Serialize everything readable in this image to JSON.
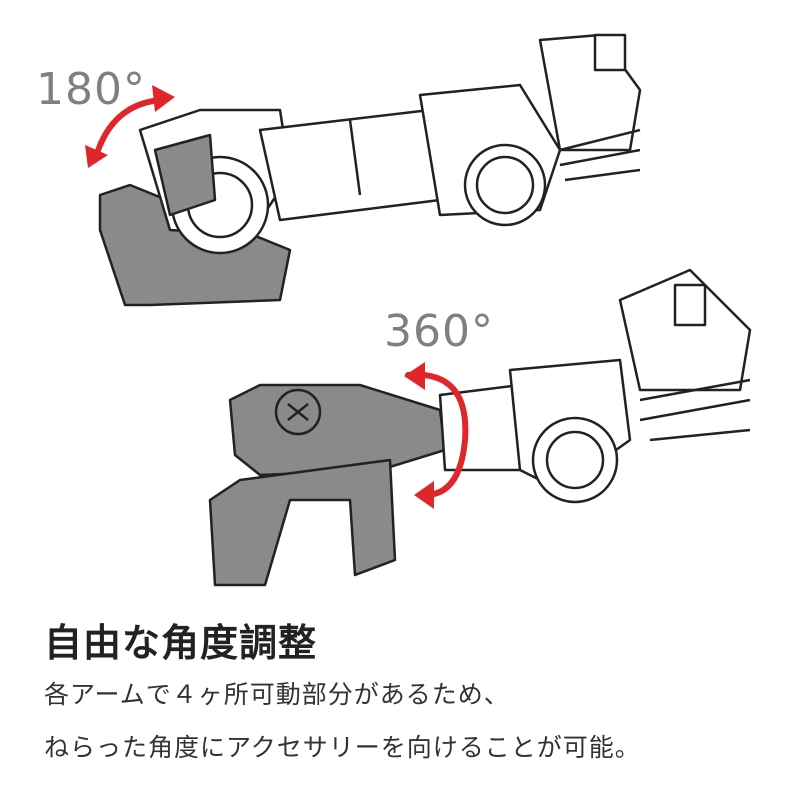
{
  "labels": {
    "angle_top": "180°",
    "angle_bottom": "360°"
  },
  "heading": "自由な角度調整",
  "description": [
    "各アームで４ヶ所可動部分があるため、",
    "ねらった角度にアクセサリーを向けることが可能。"
  ],
  "colors": {
    "arrow": "#e0262b",
    "part_gray": "#8a8a8a",
    "line": "#222222"
  }
}
